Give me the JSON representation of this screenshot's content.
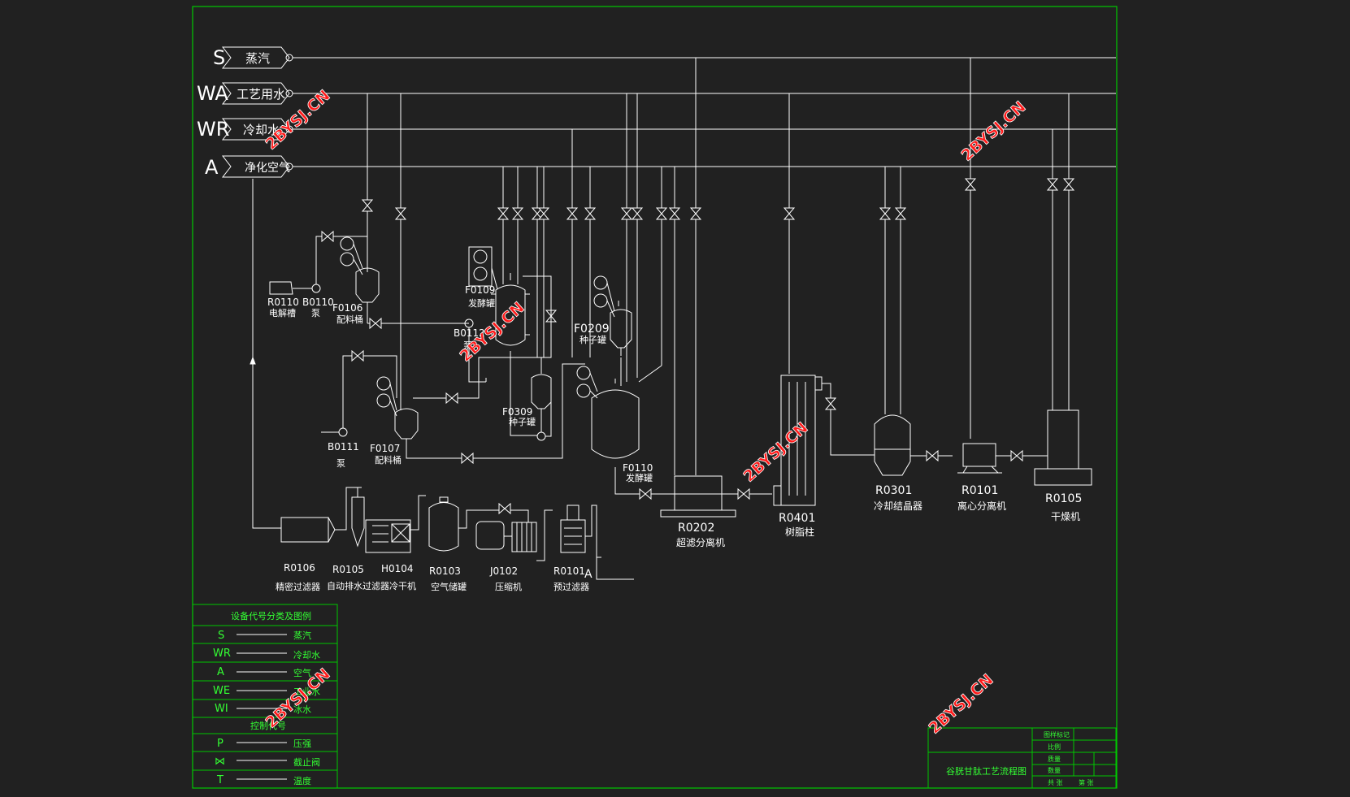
{
  "utility_lines": [
    {
      "code": "S",
      "name": "蒸汽"
    },
    {
      "code": "WA",
      "name": "工艺用水"
    },
    {
      "code": "WR",
      "name": "冷却水"
    },
    {
      "code": "A",
      "name": "净化空气"
    }
  ],
  "equipment": {
    "r0110": {
      "tag": "R0110",
      "name": "电解槽"
    },
    "b0110": {
      "tag": "B0110",
      "name": "泵"
    },
    "f0106": {
      "tag": "F0106",
      "name": "配料桶"
    },
    "f0109": {
      "tag": "F0109",
      "name": "发酵罐"
    },
    "b0112": {
      "tag": "B0112",
      "name": "泵"
    },
    "f0209": {
      "tag": "F0209",
      "name": "种子罐"
    },
    "f0309": {
      "tag": "F0309",
      "name": "种子罐"
    },
    "b0111": {
      "tag": "B0111",
      "name": "泵"
    },
    "f0107": {
      "tag": "F0107",
      "name": "配料桶"
    },
    "f0110": {
      "tag": "F0110",
      "name": "发酵罐"
    },
    "r0202": {
      "tag": "R0202",
      "name": "超滤分离机"
    },
    "r0401": {
      "tag": "R0401",
      "name": "树脂柱"
    },
    "r0301": {
      "tag": "R0301",
      "name": "冷却结晶器"
    },
    "r0101b": {
      "tag": "R0101",
      "name": "离心分离机"
    },
    "r0105b": {
      "tag": "R0105",
      "name": "干燥机"
    },
    "r0106": {
      "tag": "R0106",
      "name": "精密过滤器"
    },
    "r0105a": {
      "tag": "R0105",
      "name": "自动排水过滤器"
    },
    "h0104": {
      "tag": "H0104",
      "name": "冷干机"
    },
    "r0103": {
      "tag": "R0103",
      "name": "空气储罐"
    },
    "j0102": {
      "tag": "J0102",
      "name": "压缩机"
    },
    "r0101a": {
      "tag": "R0101",
      "name": "预过滤器"
    }
  },
  "air_inlet_label": "A",
  "watermark": "2BYSJ.CN",
  "legend": {
    "title": "设备代号分类及图例",
    "items": [
      {
        "code": "S",
        "name": "蒸汽"
      },
      {
        "code": "WR",
        "name": "冷却水"
      },
      {
        "code": "A",
        "name": "空气"
      },
      {
        "code": "WE",
        "name": "工业水"
      },
      {
        "code": "WI",
        "name": "冰水"
      }
    ],
    "subtitle": "控制代号",
    "controls": [
      {
        "code": "P",
        "name": "压强"
      },
      {
        "code": "⋈",
        "name": "截止阀"
      },
      {
        "code": "T",
        "name": "温度"
      }
    ]
  },
  "title_block": {
    "drawing_title": "谷胱甘肽工艺流程图",
    "rows": [
      "图样标记",
      "比例",
      "质量",
      "数量"
    ],
    "footer": [
      "共 张",
      "第 张"
    ]
  },
  "colors": {
    "background": "#212121",
    "line": "#ffffff",
    "border": "#00ff00",
    "legend_text": "#33ff33",
    "watermark_fill": "#ff1a1a",
    "watermark_stroke": "#ffffff"
  }
}
